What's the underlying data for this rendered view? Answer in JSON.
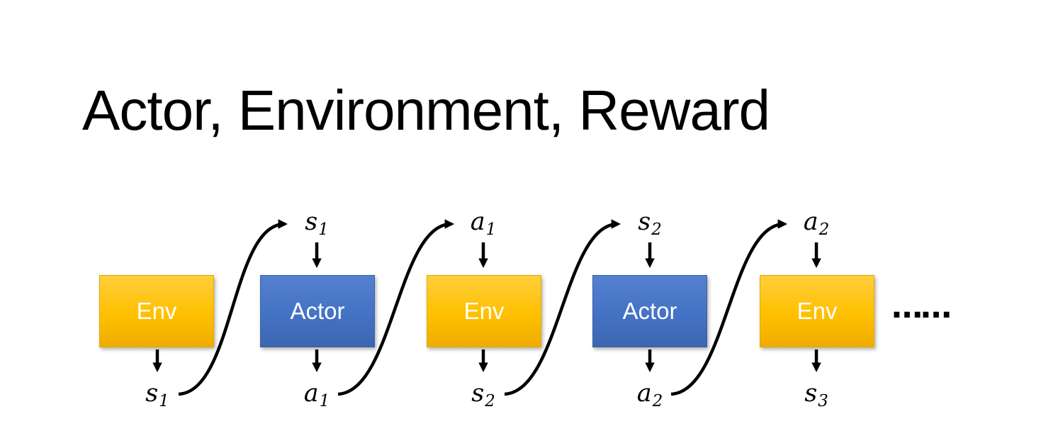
{
  "title": "Actor, Environment, Reward",
  "colors": {
    "env_fill": "#FFC000",
    "actor_fill": "#4472C4",
    "arrow": "#000000",
    "background": "#FFFFFF"
  },
  "diagram": {
    "nodes": [
      {
        "label": "Env",
        "kind": "env",
        "input": null,
        "output": {
          "base": "s",
          "sub": "1"
        }
      },
      {
        "label": "Actor",
        "kind": "actor",
        "input": {
          "base": "s",
          "sub": "1"
        },
        "output": {
          "base": "a",
          "sub": "1"
        }
      },
      {
        "label": "Env",
        "kind": "env",
        "input": {
          "base": "a",
          "sub": "1"
        },
        "output": {
          "base": "s",
          "sub": "2"
        }
      },
      {
        "label": "Actor",
        "kind": "actor",
        "input": {
          "base": "s",
          "sub": "2"
        },
        "output": {
          "base": "a",
          "sub": "2"
        }
      },
      {
        "label": "Env",
        "kind": "env",
        "input": {
          "base": "a",
          "sub": "2"
        },
        "output": {
          "base": "s",
          "sub": "3"
        }
      }
    ],
    "flow": [
      "Env emits s1, Actor receives s1",
      "Actor emits a1, Env receives a1",
      "Env emits s2, Actor receives s2",
      "Actor emits a2, Env receives a2",
      "Env emits s3"
    ],
    "ellipsis": "……"
  }
}
